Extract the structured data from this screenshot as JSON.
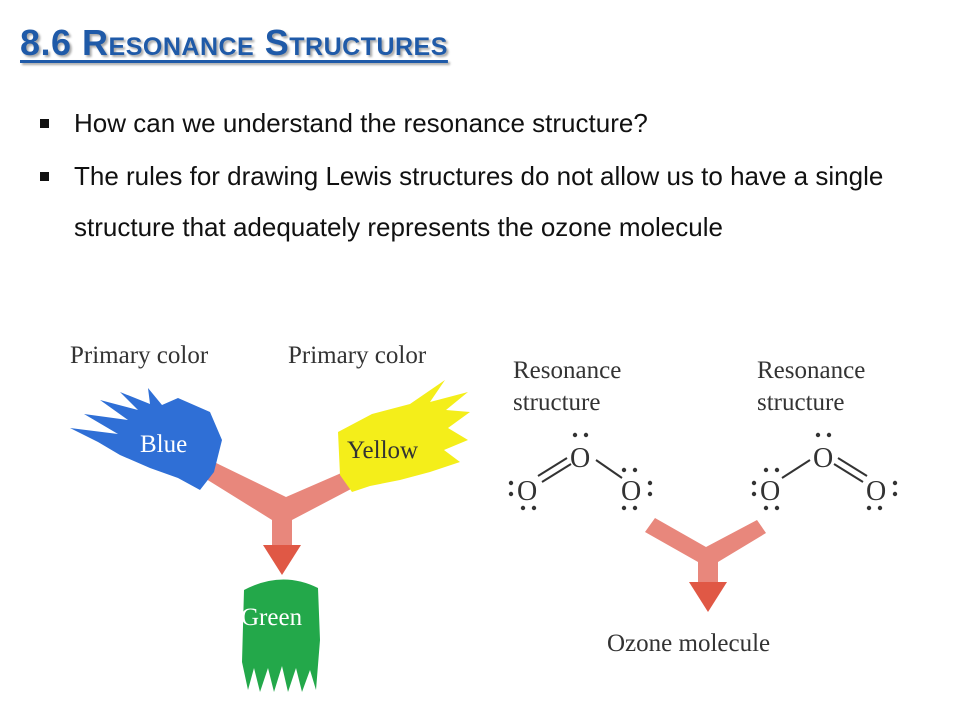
{
  "slide": {
    "title": "8.6 Resonance Structures",
    "bullets": [
      "How can we understand the resonance structure?",
      "The rules for drawing Lewis structures do not allow us to have a single structure that adequately represents the ozone molecule"
    ]
  },
  "color_figure": {
    "label_left": "Primary color",
    "label_right": "Primary color",
    "blob_left": "Blue",
    "blob_right": "Yellow",
    "blob_result": "Green",
    "colors": {
      "blue": "#2f6fd6",
      "yellow": "#f4ee1a",
      "green": "#23a84a",
      "arrow": "#e8877c"
    }
  },
  "ozone_figure": {
    "label_left": "Resonance\nstructure",
    "label_right": "Resonance\nstructure",
    "atom": "O",
    "result_label": "Ozone molecule"
  }
}
